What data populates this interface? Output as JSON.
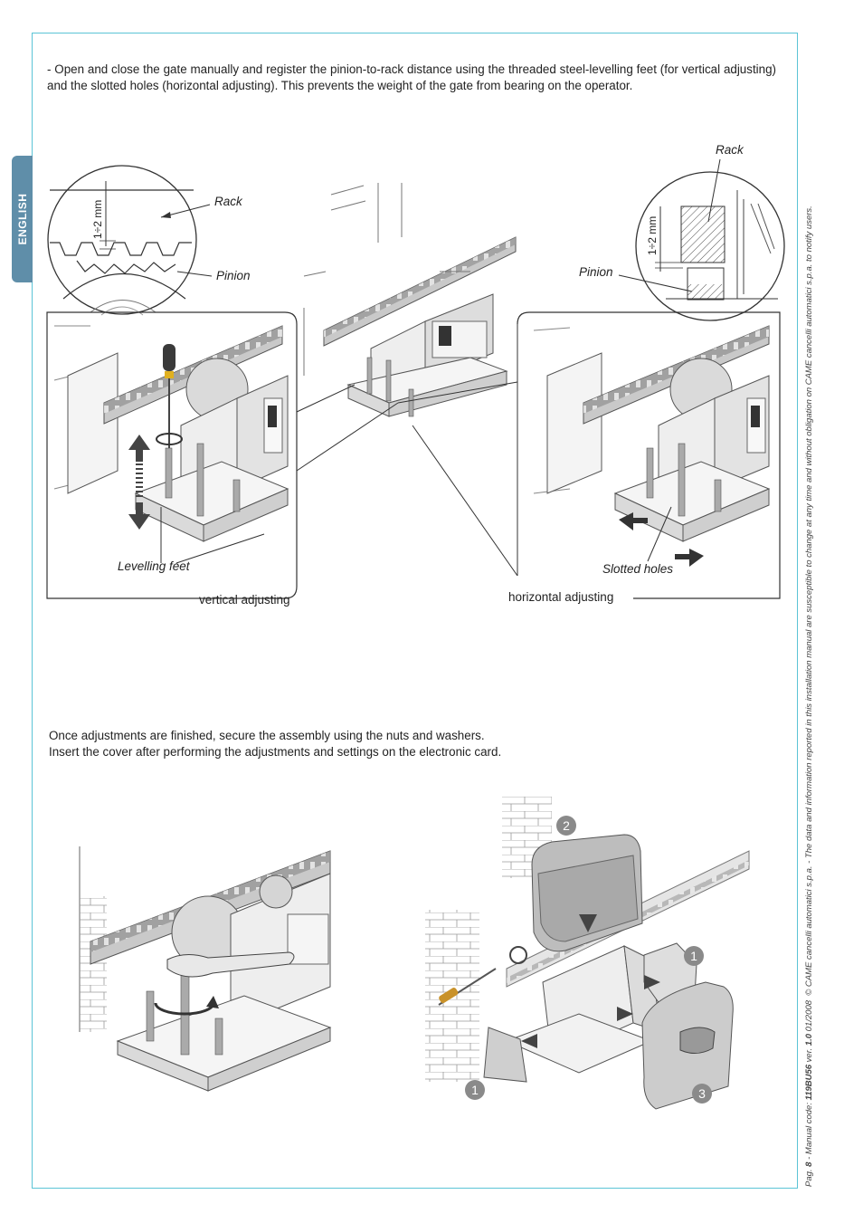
{
  "sidebar": {
    "language_tab": "ENGLISH"
  },
  "intro_text": "- Open and close the gate manually and register the pinion-to-rack distance using the threaded steel-levelling feet (for vertical adjusting) and the slotted holes (horizontal adjusting). This prevents the weight of the gate from bearing on the operator.",
  "figure_top": {
    "left_detail": {
      "gap_label": "1÷2 mm",
      "rack_label": "Rack",
      "pinion_label": "Pinion"
    },
    "right_detail": {
      "gap_label": "1÷2 mm",
      "rack_label": "Rack",
      "pinion_label": "Pinion"
    },
    "left_panel": {
      "callout": "Levelling feet",
      "caption": "vertical adjusting"
    },
    "right_panel": {
      "callout": "Slotted holes",
      "caption": "horizontal adjusting"
    }
  },
  "closing_text": {
    "line1": "Once adjustments are finished, secure the assembly using the nuts and washers.",
    "line2": "Insert the cover after performing the adjustments and settings on the electronic card."
  },
  "figure_bottom": {
    "step_markers": [
      "2",
      "1",
      "1",
      "3"
    ]
  },
  "footer": {
    "page_prefix": "Pag.",
    "page_number": "8",
    "manual_code_label": "- Manual code:",
    "manual_code": "119BU56",
    "version_label": "ver.",
    "version": "1.0",
    "date": "01/2008",
    "copyright": "© CAME cancelli automatici s.p.a. - The data and information reported in this installation manual are susceptible to change at any time and without obligation on CAME cancelli automatici s.p.a. to notify users."
  },
  "colors": {
    "frame": "#5bc4d6",
    "tab": "#5f8ea9",
    "marker": "#8a8a8a"
  }
}
